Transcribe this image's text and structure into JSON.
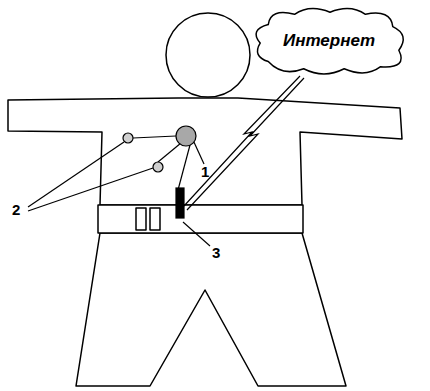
{
  "diagram": {
    "nodes": [
      {
        "text": [
          "Интернет"
        ]
      }
    ],
    "labels": [
      "1",
      "2",
      "3"
    ]
  }
}
